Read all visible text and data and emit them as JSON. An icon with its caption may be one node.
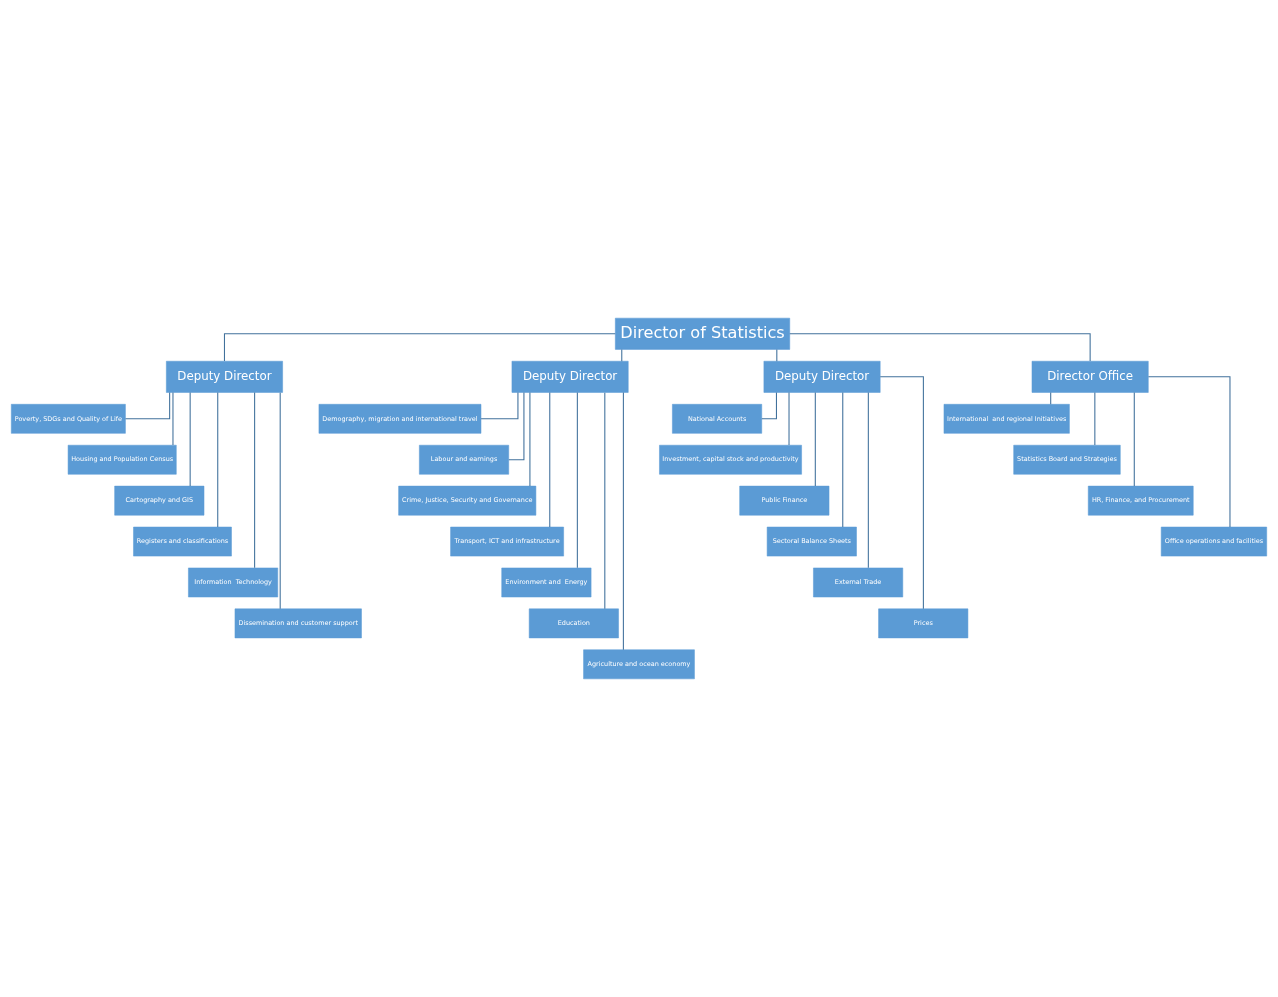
{
  "diagram": {
    "nodes": [
      {
        "text": [
          "Director of Statistics"
        ]
      },
      {
        "text": [
          "Deputy Director"
        ]
      },
      {
        "text": [
          "Deputy Director"
        ]
      },
      {
        "text": [
          "Deputy Director"
        ]
      },
      {
        "text": [
          "Director Office"
        ]
      },
      {
        "text": [
          "Poverty, SDGs and Quality of Life"
        ]
      },
      {
        "text": [
          "Housing and Population Census"
        ]
      },
      {
        "text": [
          "Cartography and GIS"
        ]
      },
      {
        "text": [
          "Registers and classifications"
        ]
      },
      {
        "text": [
          "Information  Technology"
        ]
      },
      {
        "text": [
          "Dissemination and customer support"
        ]
      },
      {
        "text": [
          "Demography, migration and international travel"
        ]
      },
      {
        "text": [
          "Labour and earnings"
        ]
      },
      {
        "text": [
          "Crime, Justice, Security and Governance"
        ]
      },
      {
        "text": [
          "Transport, ICT and infrastructure"
        ]
      },
      {
        "text": [
          "Environment and  Energy"
        ]
      },
      {
        "text": [
          "Education"
        ]
      },
      {
        "text": [
          "Agriculture and ocean economy"
        ]
      },
      {
        "text": [
          "National Accounts"
        ]
      },
      {
        "text": [
          "Investment, capital stock and productivity"
        ]
      },
      {
        "text": [
          "Public Finance"
        ]
      },
      {
        "text": [
          "Sectoral Balance Sheets"
        ]
      },
      {
        "text": [
          "External Trade"
        ]
      },
      {
        "text": [
          "Prices"
        ]
      },
      {
        "text": [
          "International  and regional Initiatives"
        ]
      },
      {
        "text": [
          "Statistics Board and Strategies"
        ]
      },
      {
        "text": [
          "HR, Finance, and Procurement"
        ]
      },
      {
        "text": [
          "Office operations and facilities"
        ]
      }
    ],
    "edges": [
      {
        "from": 0,
        "to": 1,
        "arrow": "none"
      },
      {
        "from": 0,
        "to": 2,
        "arrow": "none"
      },
      {
        "from": 0,
        "to": 3,
        "arrow": "none"
      },
      {
        "from": 0,
        "to": 4,
        "arrow": "none"
      },
      {
        "from": 1,
        "to": 5,
        "arrow": "none"
      },
      {
        "from": 1,
        "to": 6,
        "arrow": "none"
      },
      {
        "from": 1,
        "to": 7,
        "arrow": "none"
      },
      {
        "from": 1,
        "to": 8,
        "arrow": "none"
      },
      {
        "from": 1,
        "to": 9,
        "arrow": "none"
      },
      {
        "from": 1,
        "to": 10,
        "arrow": "none"
      },
      {
        "from": 2,
        "to": 11,
        "arrow": "none"
      },
      {
        "from": 2,
        "to": 12,
        "arrow": "none"
      },
      {
        "from": 2,
        "to": 13,
        "arrow": "none"
      },
      {
        "from": 2,
        "to": 14,
        "arrow": "none"
      },
      {
        "from": 2,
        "to": 15,
        "arrow": "none"
      },
      {
        "from": 2,
        "to": 16,
        "arrow": "none"
      },
      {
        "from": 2,
        "to": 17,
        "arrow": "none"
      },
      {
        "from": 3,
        "to": 18,
        "arrow": "none"
      },
      {
        "from": 3,
        "to": 19,
        "arrow": "none"
      },
      {
        "from": 3,
        "to": 20,
        "arrow": "none"
      },
      {
        "from": 3,
        "to": 21,
        "arrow": "none"
      },
      {
        "from": 3,
        "to": 22,
        "arrow": "none"
      },
      {
        "from": 3,
        "to": 23,
        "arrow": "none"
      },
      {
        "from": 4,
        "to": 24,
        "arrow": "none"
      },
      {
        "from": 4,
        "to": 25,
        "arrow": "none"
      },
      {
        "from": 4,
        "to": 26,
        "arrow": "none"
      },
      {
        "from": 4,
        "to": 27,
        "arrow": "none"
      }
    ]
  }
}
